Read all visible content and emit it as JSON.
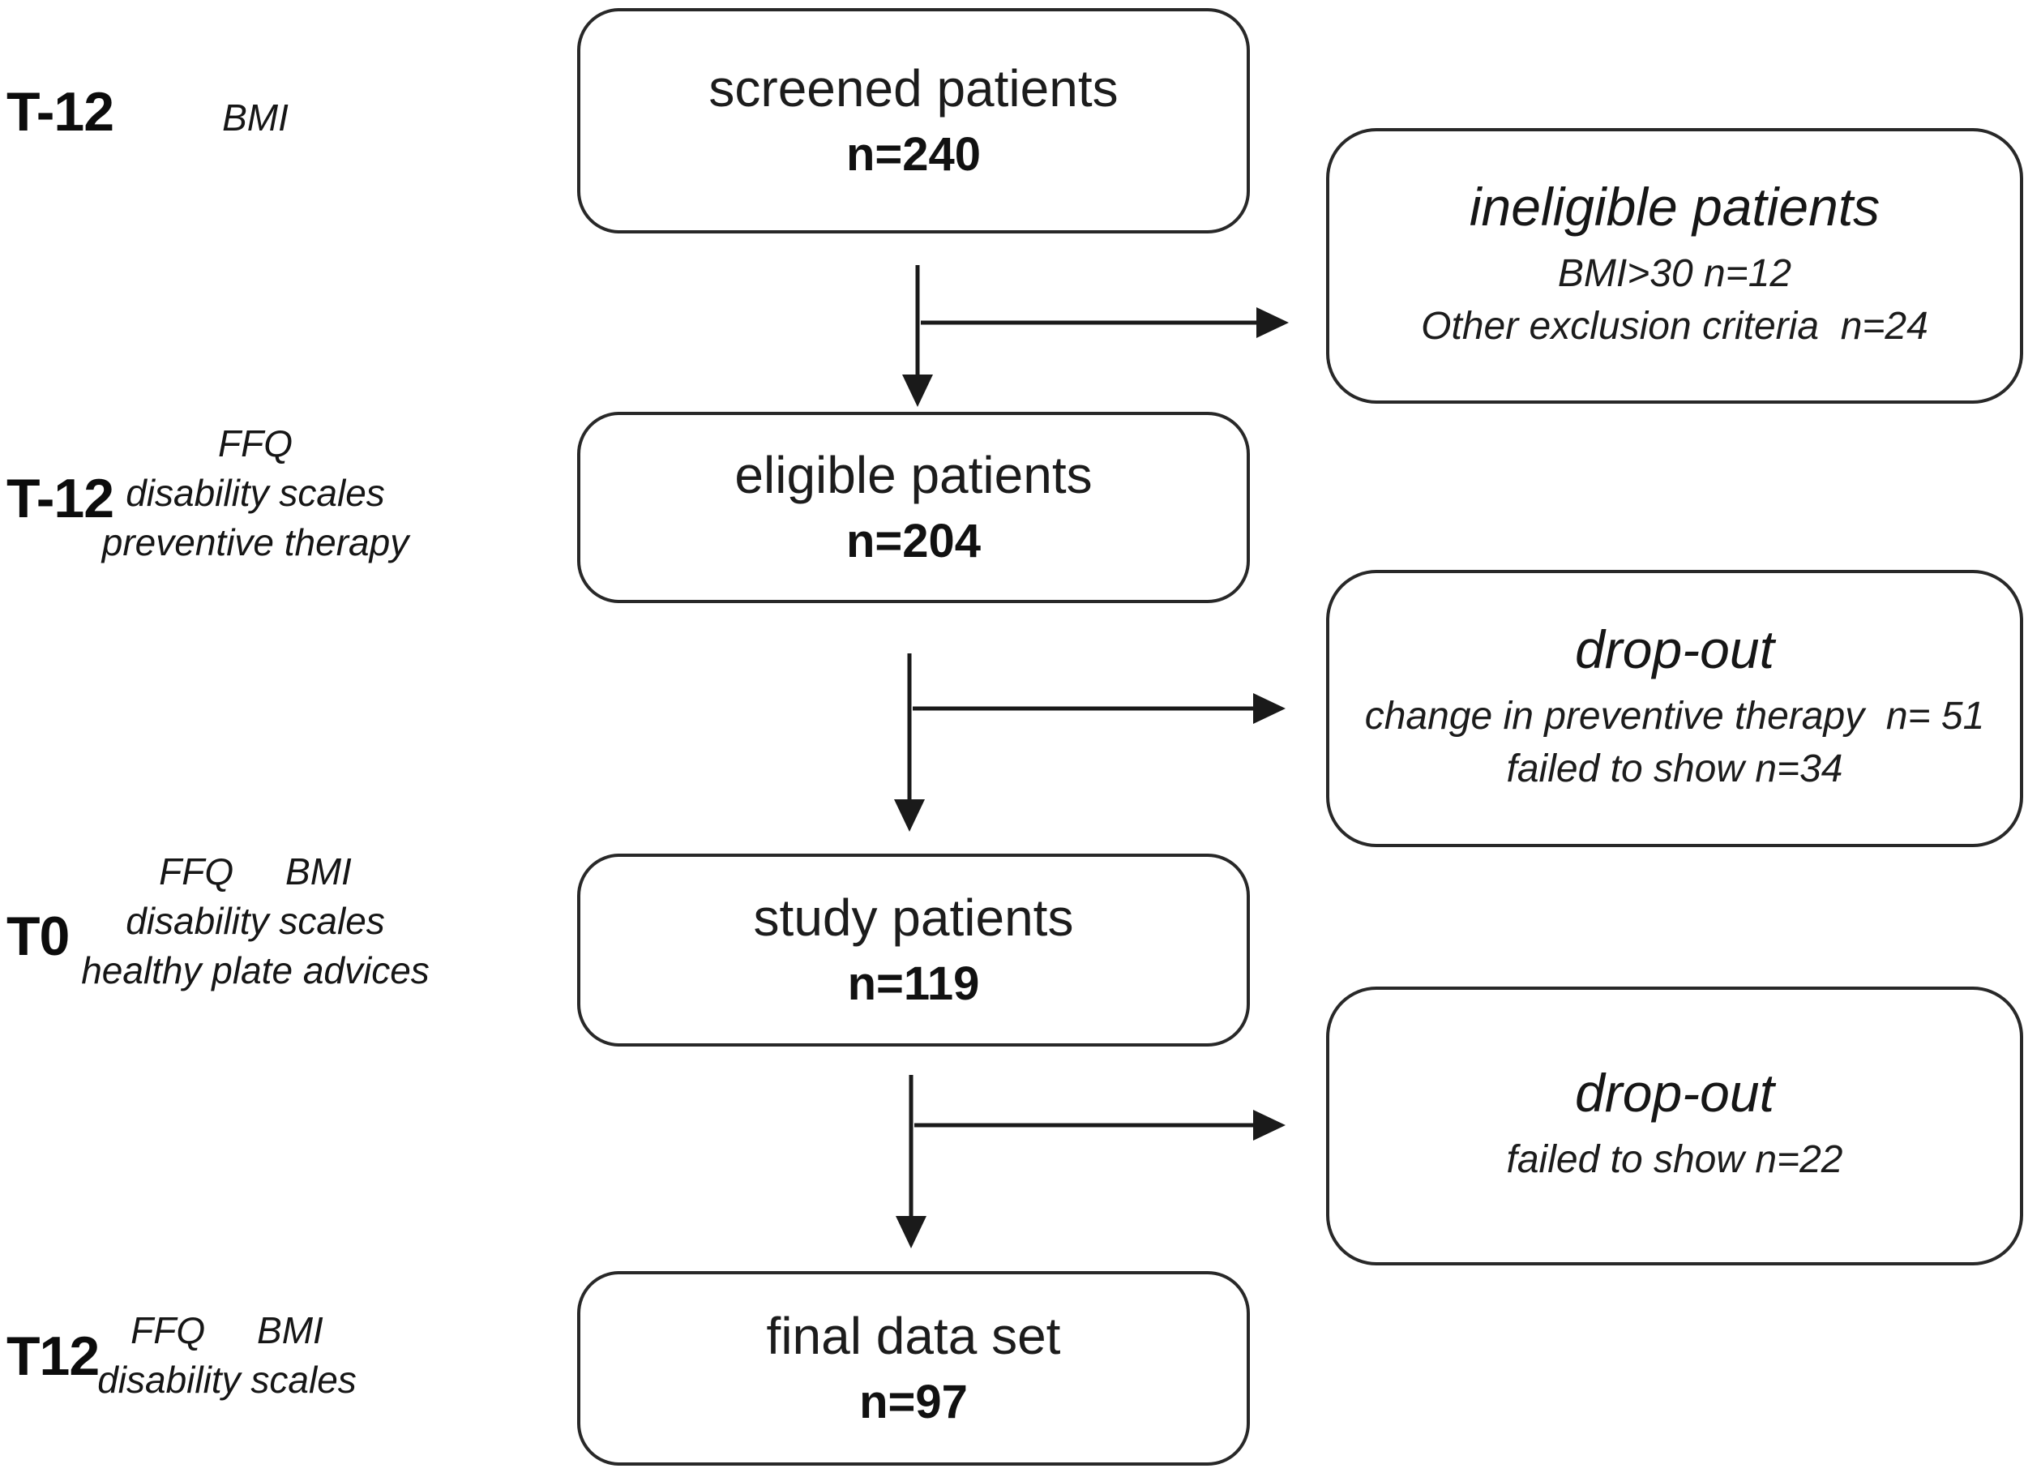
{
  "palette": {
    "ink": "#1c1c1c",
    "line": "#1a1a1a",
    "background": "#ffffff"
  },
  "rows": [
    {
      "timepoint": "T-12",
      "measures": "BMI"
    },
    {
      "timepoint": "T-12",
      "measures": "FFQ\ndisability scales\npreventive therapy"
    },
    {
      "timepoint": "T0",
      "measures": "FFQ     BMI\ndisability scales\nhealthy plate advices"
    },
    {
      "timepoint": "T12",
      "measures": "FFQ     BMI\ndisability scales"
    }
  ],
  "flow_boxes": [
    {
      "label": "screened patients",
      "n": "n=240"
    },
    {
      "label": "eligible patients",
      "n": "n=204"
    },
    {
      "label": "study patients",
      "n": "n=119"
    },
    {
      "label": "final data set",
      "n": "n=97"
    }
  ],
  "side_boxes": [
    {
      "title": "ineligible patients",
      "details": "BMI>30 n=12\nOther exclusion criteria  n=24"
    },
    {
      "title": "drop-out",
      "details": "change in preventive therapy  n= 51\nfailed to show n=34"
    },
    {
      "title": "drop-out",
      "details": "failed to show n=22"
    }
  ]
}
